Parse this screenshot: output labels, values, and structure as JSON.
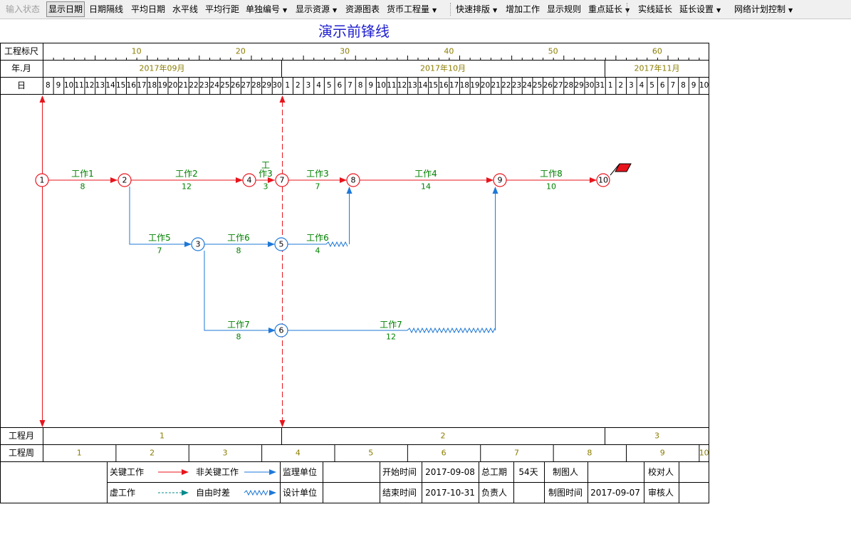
{
  "toolbar": {
    "items": [
      {
        "label": "输入状态",
        "disabled": true
      },
      {
        "label": "显示日期",
        "pressed": true
      },
      {
        "label": "日期隔线"
      },
      {
        "label": "平均日期"
      },
      {
        "label": "水平线"
      },
      {
        "label": "平均行距"
      },
      {
        "label": "单独编号",
        "dropdown": true
      },
      {
        "label": "显示资源",
        "dropdown": true
      },
      {
        "label": "资源图表"
      },
      {
        "label": "货币工程量",
        "dropdown": true
      },
      {
        "label": "快速排版",
        "dropdown": true
      },
      {
        "label": "增加工作"
      },
      {
        "label": "显示规则"
      },
      {
        "label": "重点延长",
        "dropdown": true
      },
      {
        "label": "实线延长"
      },
      {
        "label": "延长设置",
        "dropdown": true
      },
      {
        "label": "网络计划控制",
        "dropdown": true
      }
    ]
  },
  "title": "演示前锋线",
  "header": {
    "scale_label": "工程标尺",
    "scale_ticks": [
      "10",
      "20",
      "30",
      "40",
      "50",
      "60"
    ],
    "month_row_label": "年.月",
    "months": [
      "2017年09月",
      "2017年10月",
      "2017年11月"
    ],
    "day_row_label": "日",
    "days": [
      "8",
      "9",
      "10",
      "11",
      "12",
      "13",
      "14",
      "15",
      "16",
      "17",
      "18",
      "19",
      "20",
      "21",
      "22",
      "23",
      "24",
      "25",
      "26",
      "27",
      "28",
      "29",
      "30",
      "1",
      "2",
      "3",
      "4",
      "5",
      "6",
      "7",
      "8",
      "9",
      "10",
      "11",
      "12",
      "13",
      "14",
      "15",
      "16",
      "17",
      "18",
      "19",
      "20",
      "21",
      "22",
      "23",
      "24",
      "25",
      "26",
      "27",
      "28",
      "29",
      "30",
      "31",
      "1",
      "2",
      "3",
      "4",
      "5",
      "6",
      "7",
      "8",
      "9",
      "10"
    ]
  },
  "footer": {
    "month_label": "工程月",
    "project_months": [
      "1",
      "2",
      "3"
    ],
    "week_label": "工程周",
    "project_weeks": [
      "1",
      "2",
      "3",
      "4",
      "5",
      "6",
      "7",
      "8",
      "9",
      "10"
    ]
  },
  "network": {
    "nodes": [
      {
        "id": "1",
        "critical": true
      },
      {
        "id": "2",
        "critical": true
      },
      {
        "id": "3",
        "critical": false
      },
      {
        "id": "4",
        "critical": true
      },
      {
        "id": "5",
        "critical": false
      },
      {
        "id": "6",
        "critical": false
      },
      {
        "id": "7",
        "critical": true
      },
      {
        "id": "8",
        "critical": true
      },
      {
        "id": "9",
        "critical": true
      },
      {
        "id": "10",
        "critical": true
      }
    ],
    "activities": [
      {
        "name": "工作1",
        "duration": "8",
        "critical": true
      },
      {
        "name": "工作2",
        "duration": "12",
        "critical": true
      },
      {
        "name": "工作3",
        "duration": "3",
        "critical": true
      },
      {
        "name": "工作3",
        "duration": "7",
        "critical": true
      },
      {
        "name": "工作4",
        "duration": "14",
        "critical": true
      },
      {
        "name": "工作8",
        "duration": "10",
        "critical": true
      },
      {
        "name": "工作5",
        "duration": "7",
        "critical": false
      },
      {
        "name": "工作6",
        "duration": "8",
        "critical": false
      },
      {
        "name": "工作6",
        "duration": "4",
        "critical": false
      },
      {
        "name": "工作7",
        "duration": "8",
        "critical": false
      },
      {
        "name": "工作7",
        "duration": "12",
        "critical": false
      }
    ],
    "activity_3_split_top": "工",
    "activity_3_split_bottom": "作3"
  },
  "legend": {
    "critical": "关键工作",
    "non_critical": "非关键工作",
    "dummy": "虚工作",
    "free_float": "自由时差"
  },
  "info": {
    "supervisor_label": "监理单位",
    "supervisor_value": "",
    "designer_label": "设计单位",
    "designer_value": "",
    "start_label": "开始时间",
    "start_value": "2017-09-08",
    "end_label": "结束时间",
    "end_value": "2017-10-31",
    "total_label": "总工期",
    "total_value": "54天",
    "owner_label": "负责人",
    "owner_value": "",
    "drafter_label": "制图人",
    "drafter_value": "",
    "draft_time_label": "制图时间",
    "draft_time_value": "2017-09-07",
    "checker_label": "校对人",
    "checker_value": "",
    "reviewer_label": "审核人",
    "reviewer_value": ""
  },
  "colors": {
    "critical": "#e8141c",
    "non_critical": "#1e78d7",
    "dummy": "#008b8b",
    "axis_text": "#8b7d00",
    "activity_text": "#008000",
    "title": "#2020d0"
  }
}
